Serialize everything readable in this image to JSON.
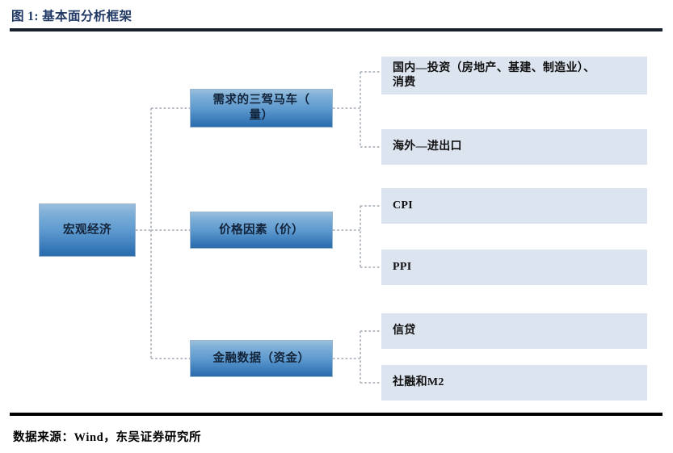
{
  "figure": {
    "title": "图 1: 基本面分析框架",
    "source": "数据来源：Wind，东吴证券研究所",
    "title_color": "#1f3864",
    "rule_color": "#000000"
  },
  "diagram": {
    "type": "tree",
    "root": {
      "id": "macro-economy",
      "label": "宏观经济",
      "style": "blue-gradient"
    },
    "branches": [
      {
        "id": "demand",
        "label": "需求的三驾马车（量）",
        "label_lines": [
          "需求的三驾马车（",
          "量）"
        ],
        "style": "blue-gradient",
        "children": [
          {
            "id": "domestic",
            "label": "国内—投资（房地产、基建、制造业）、消费",
            "label_lines": [
              "国内—投资（房地产、基建、制造业）、",
              "消费"
            ],
            "style": "pale-blue"
          },
          {
            "id": "overseas",
            "label": "海外—进出口",
            "label_lines": [
              "海外—进出口"
            ],
            "style": "pale-blue"
          }
        ]
      },
      {
        "id": "price",
        "label": "价格因素（价）",
        "label_lines": [
          "价格因素（价）"
        ],
        "style": "blue-gradient",
        "children": [
          {
            "id": "cpi",
            "label": "CPI",
            "label_lines": [
              "CPI"
            ],
            "style": "pale-blue"
          },
          {
            "id": "ppi",
            "label": "PPI",
            "label_lines": [
              "PPI"
            ],
            "style": "pale-blue"
          }
        ]
      },
      {
        "id": "finance",
        "label": "金融数据（资金）",
        "label_lines": [
          "金融数据（资金）"
        ],
        "style": "blue-gradient",
        "children": [
          {
            "id": "credit",
            "label": "信贷",
            "label_lines": [
              "信贷"
            ],
            "style": "pale-blue"
          },
          {
            "id": "agg-finance-m2",
            "label": "社融和M2",
            "label_lines": [
              "社融和M2"
            ],
            "style": "pale-blue"
          }
        ]
      }
    ],
    "colors": {
      "primary_box_top": "#9bbfdd",
      "primary_box_bottom": "#2b6cab",
      "leaf_box": "#dce4ef",
      "connector": "#b7bdc4",
      "primary_text": "#13243a",
      "leaf_text": "#111111"
    },
    "connector_style": "dotted"
  }
}
